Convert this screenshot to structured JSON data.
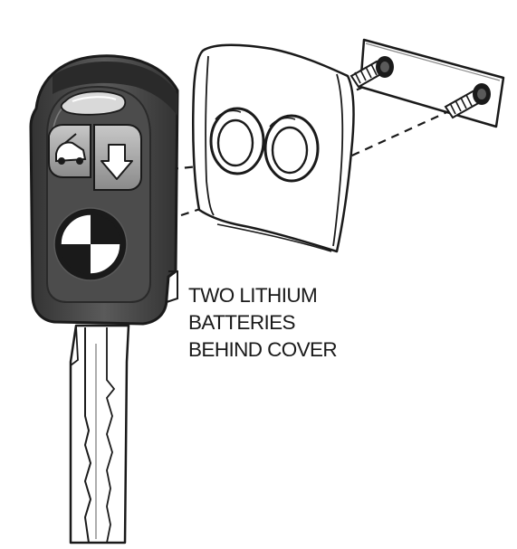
{
  "caption": {
    "lines": [
      "TWO LITHIUM",
      "BATTERIES",
      "BEHIND COVER"
    ]
  },
  "parts": {
    "key_fob": {
      "buttons": [
        {
          "icon": "open-trunk-icon"
        },
        {
          "icon": "lock-arrow-icon"
        }
      ],
      "emblem": "roundel-logo-icon",
      "light": "indicator-lens"
    },
    "battery_cover": {
      "battery_count": 2
    },
    "plate": {
      "screw_count": 2
    }
  },
  "colors": {
    "line": "#1a1a1a",
    "fob_body": "#4a4a4a",
    "fob_dark": "#2b2b2b",
    "fob_rim": "#7a7a7a",
    "button": "#9a9a9a",
    "background": "#ffffff"
  }
}
